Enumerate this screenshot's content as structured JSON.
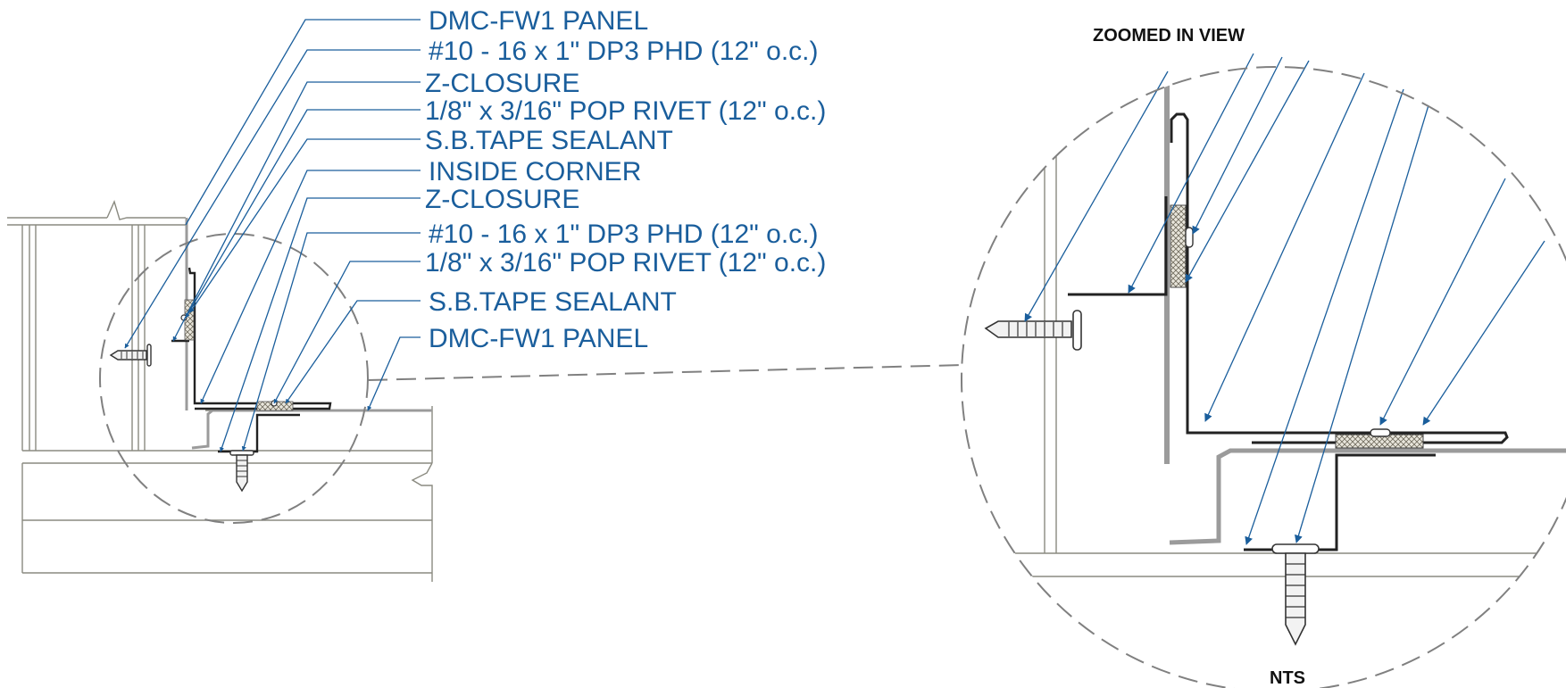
{
  "headings": {
    "zoomed_title": "ZOOMED IN VIEW",
    "scale_note": "NTS"
  },
  "callouts": [
    "DMC-FW1 PANEL",
    "#10 - 16 x 1\" DP3 PHD  (12\" o.c.)",
    "Z-CLOSURE",
    "1/8\" x 3/16\" POP RIVET (12\" o.c.)",
    "S.B.TAPE SEALANT",
    "INSIDE CORNER",
    "Z-CLOSURE",
    "#10 - 16 x 1\" DP3 PHD  (12\" o.c.)",
    "1/8\" x 3/16\" POP RIVET (12\" o.c.)",
    "S.B.TAPE SEALANT",
    "DMC-FW1 PANEL"
  ],
  "colors": {
    "callout_blue": "#1a5e9c",
    "panel_gray": "#9b9b9b",
    "closure_black": "#222222",
    "structure_line": "#8a8a80"
  }
}
